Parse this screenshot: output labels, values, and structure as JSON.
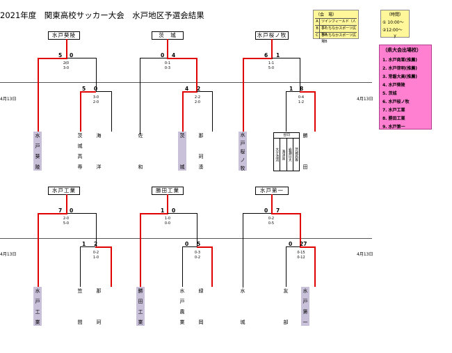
{
  "title": "2021年度　関東高校サッカー大会　水戸地区予選会結果",
  "date_left": "4月13日",
  "date_right": "4月13日",
  "venue": {
    "header": "（会　場）",
    "rows": [
      [
        "A",
        "ツインフィールド（人工）"
      ],
      [
        "B",
        "ひたちなかスポーツ広場A"
      ],
      [
        "C",
        "ひたちなかスポーツ広場B"
      ]
    ]
  },
  "times": {
    "header": "（時間）",
    "t1": "① 10:00～",
    "t2": "②12:00～",
    "y": "y"
  },
  "pref": {
    "header": "（県大会出場校）",
    "items": [
      "1. 水戸商業(推薦)",
      "2. 水戸啓明(推薦)",
      "3. 常磐大高(推薦)",
      "4. 水戸葵陵",
      "5. 茨城",
      "6. 水戸桜ノ牧",
      "7. 水戸工業",
      "8. 勝田工業",
      "9. 水戸第一"
    ]
  },
  "blocks": [
    {
      "winner": "水戸葵陵",
      "top_l": "5",
      "top_r": "0",
      "top_sub1": "2-0",
      "top_sub2": "3-0",
      "s_l": "5",
      "s_r": "0",
      "s_sub1": "3-0",
      "s_sub2": "2-0",
      "teams": [
        "水戸葵陵",
        "茨城高専",
        "海洋"
      ]
    },
    {
      "winner": "茨　城",
      "top_l": "0",
      "top_r": "4",
      "top_sub1": "0-1",
      "top_sub2": "0-3",
      "s_l": "4",
      "s_r": "2",
      "s_sub1": "2-2",
      "s_sub2": "2-0",
      "teams": [
        "佐和",
        "茨城",
        "那珂湊"
      ]
    },
    {
      "winner": "水戸桜ノ牧",
      "top_l": "6",
      "top_r": "1",
      "top_sub1": "1-1",
      "top_sub2": "5-0",
      "s_l": "1",
      "s_r": "8",
      "s_sub1": "0-4",
      "s_sub2": "1-2",
      "teams": [
        "水戸桜ノ牧",
        "勝田"
      ],
      "rengo": {
        "head": "合同",
        "cols": [
          "大子清流",
          "海洋高",
          "岩瀬日大",
          "茨城高専"
        ]
      }
    },
    {
      "winner": "水戸工業",
      "top_l": "7",
      "top_r": "0",
      "top_sub1": "2-0",
      "top_sub2": "5-0",
      "s_l": "1",
      "s_r": "2",
      "s_sub1": "0-2",
      "s_sub2": "1-0",
      "teams": [
        "水戸工業",
        "笠間",
        "那珂"
      ]
    },
    {
      "winner": "勝田工業",
      "top_l": "1",
      "top_r": "0",
      "top_sub1": "1-0",
      "top_sub2": "0-0",
      "s_l": "0",
      "s_r": "5",
      "s_sub1": "0-3",
      "s_sub2": "0-2",
      "teams": [
        "勝田工業",
        "水戸農業",
        "緑岡"
      ]
    },
    {
      "winner": "水戸第一",
      "top_l": "0",
      "top_r": "7",
      "top_sub1": "0-2",
      "top_sub2": "0-5",
      "s_l": "0",
      "s_r": "27",
      "s_sub1": "0-15",
      "s_sub2": "0-12",
      "teams": [
        "水城",
        "友部",
        "水戸第一"
      ]
    }
  ]
}
